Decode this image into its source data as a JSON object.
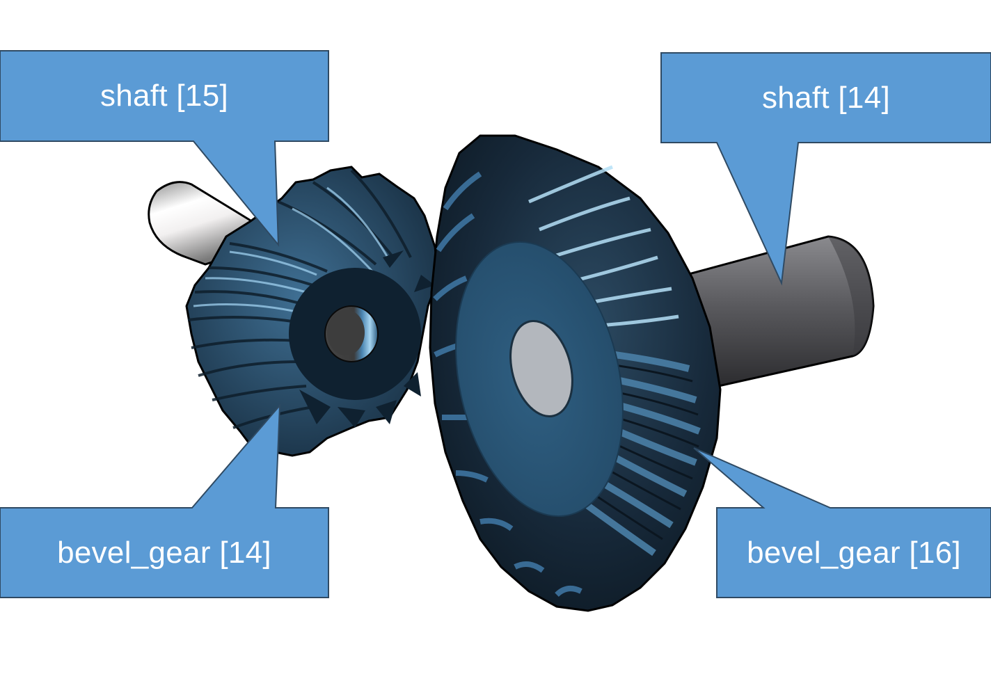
{
  "diagram": {
    "subject": "spiral bevel gear pair assembly",
    "background_color": "#ffffff",
    "callout_fill": "#5b9bd5",
    "callout_stroke": "#2f4a63",
    "gear_color": "#2e5a7c",
    "gear_highlight": "#a9d6f0",
    "gear_shadow": "#0e1e2b",
    "callouts": [
      {
        "id": "shaft-15",
        "label": "shaft [15]",
        "target": "small shaft (white, left)"
      },
      {
        "id": "shaft-14",
        "label": "shaft [14]",
        "target": "large shaft (dark gray, right)"
      },
      {
        "id": "bevel-gear-14",
        "label": "bevel_gear [14]",
        "target": "pinion bevel gear (left)"
      },
      {
        "id": "bevel-gear-16",
        "label": "bevel_gear [16]",
        "target": "ring bevel gear (right)"
      }
    ]
  }
}
